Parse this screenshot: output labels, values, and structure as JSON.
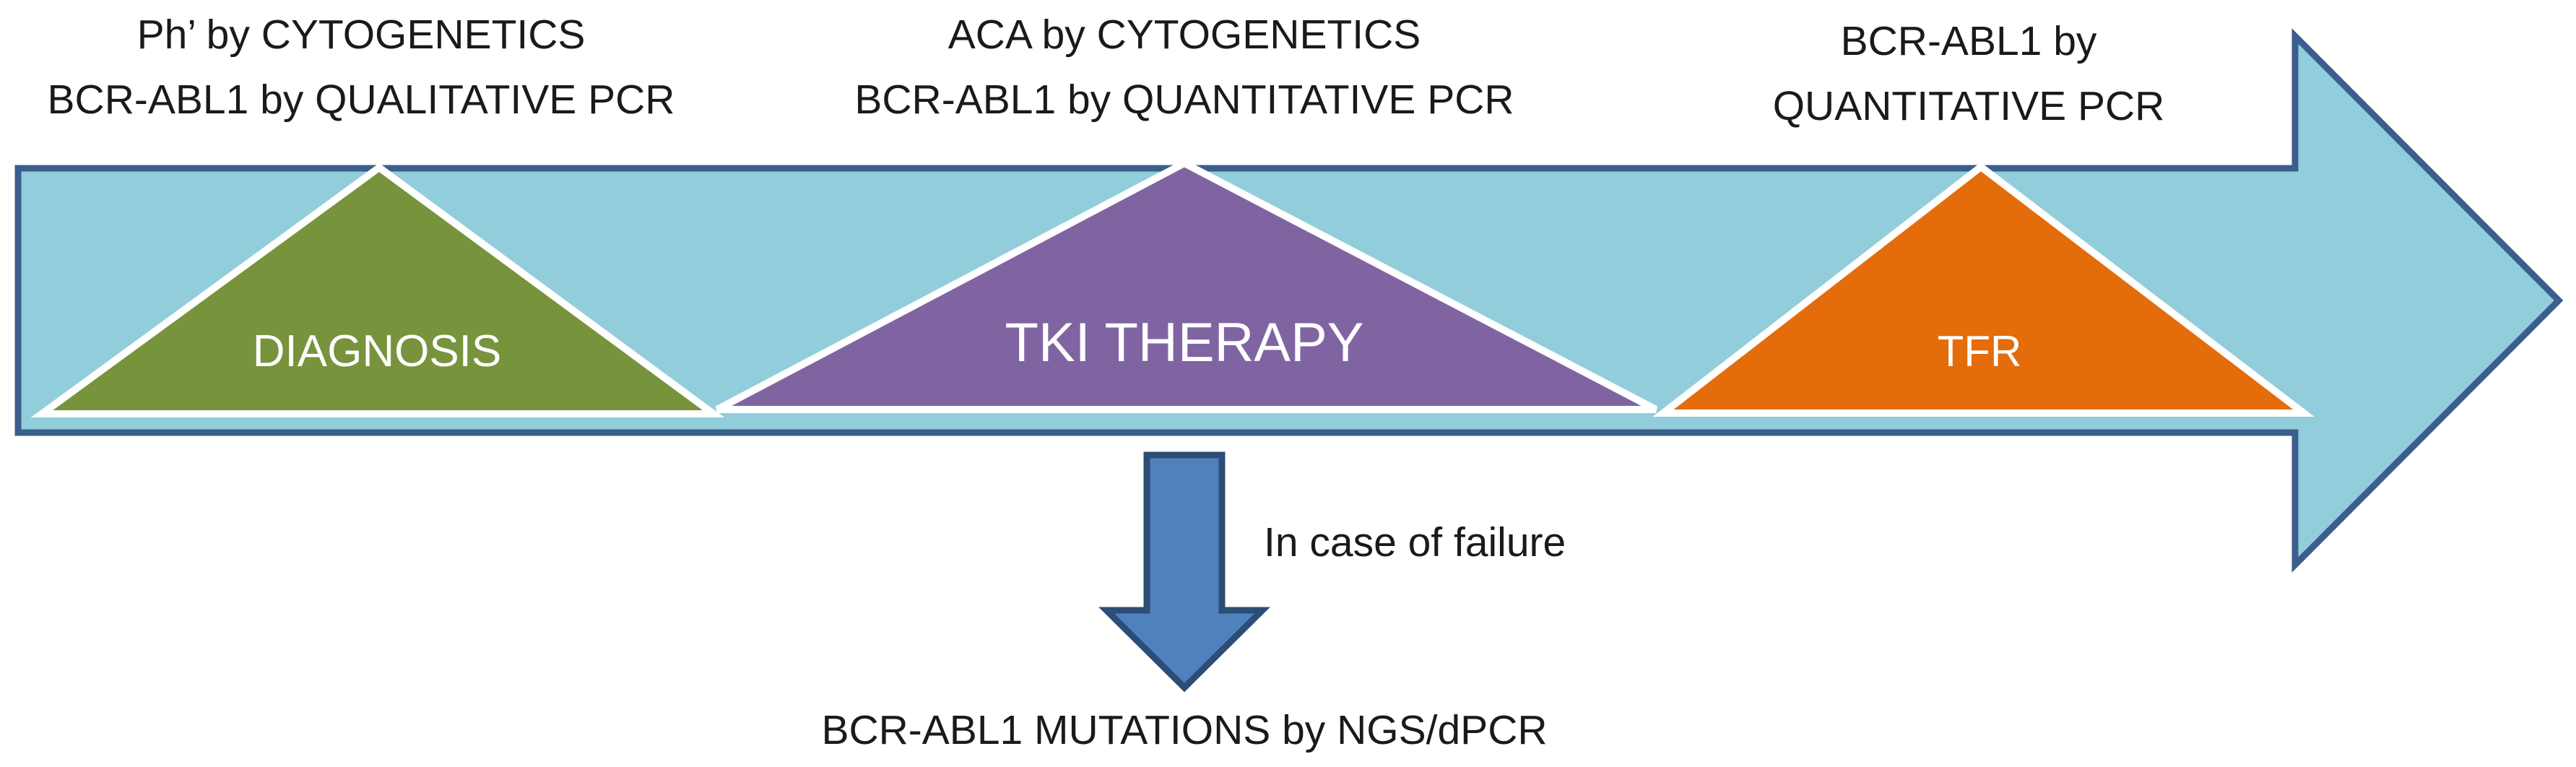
{
  "timeline": {
    "colors": {
      "arrow_fill": "#92CDDC",
      "arrow_stroke": "#3B5E8C",
      "triangle_stroke": "#ffffff"
    }
  },
  "stages": [
    {
      "name": "DIAGNOSIS",
      "color": "#77933C",
      "annotation": [
        "Ph’ by CYTOGENETICS",
        "BCR-ABL1 by QUALITATIVE PCR"
      ]
    },
    {
      "name": "TKI THERAPY",
      "color": "#8064A2",
      "annotation": [
        "ACA by CYTOGENETICS",
        "BCR-ABL1 by QUANTITATIVE PCR"
      ]
    },
    {
      "name": "TFR",
      "color": "#E46C0A",
      "annotation": [
        "BCR-ABL1 by",
        "QUANTITATIVE PCR"
      ]
    }
  ],
  "failure_branch": {
    "condition": "In case of failure",
    "result": "BCR-ABL1 MUTATIONS by NGS/dPCR",
    "arrow_fill": "#4F81BD",
    "arrow_stroke": "#2C4D75"
  }
}
